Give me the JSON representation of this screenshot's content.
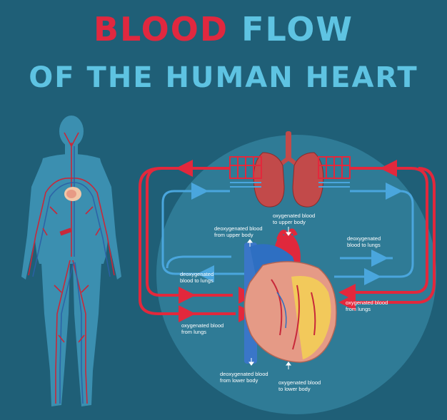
{
  "title": {
    "word1": "BLOOD",
    "word2": "FLOW",
    "line2": "OF THE HUMAN HEART"
  },
  "labels": {
    "deox_upper": [
      "deoxygenated blood",
      "from upper body"
    ],
    "ox_upper": [
      "oxygenated blood",
      "to upper body"
    ],
    "deox_lungs_right": [
      "deoxygenated",
      "blood to lungs"
    ],
    "deox_lungs_left": [
      "deoxygenated",
      "blood to lungs"
    ],
    "ox_lungs_right": [
      "oxygenated blood",
      "from lungs"
    ],
    "ox_lungs_left": [
      "oxygenated blood",
      "from lungs"
    ],
    "deox_lower": [
      "deoxygenated blood",
      "from lower body"
    ],
    "ox_lower": [
      "oxygenated blood",
      "to lower body"
    ]
  },
  "colors": {
    "background": "#1f5f77",
    "circle": "#2f7b96",
    "oxygenated": "#e2283c",
    "deoxygenated": "#4aa6dd",
    "body": "#3b8fb0",
    "lungs": "#c24a4a",
    "heart": "#e59a86"
  }
}
